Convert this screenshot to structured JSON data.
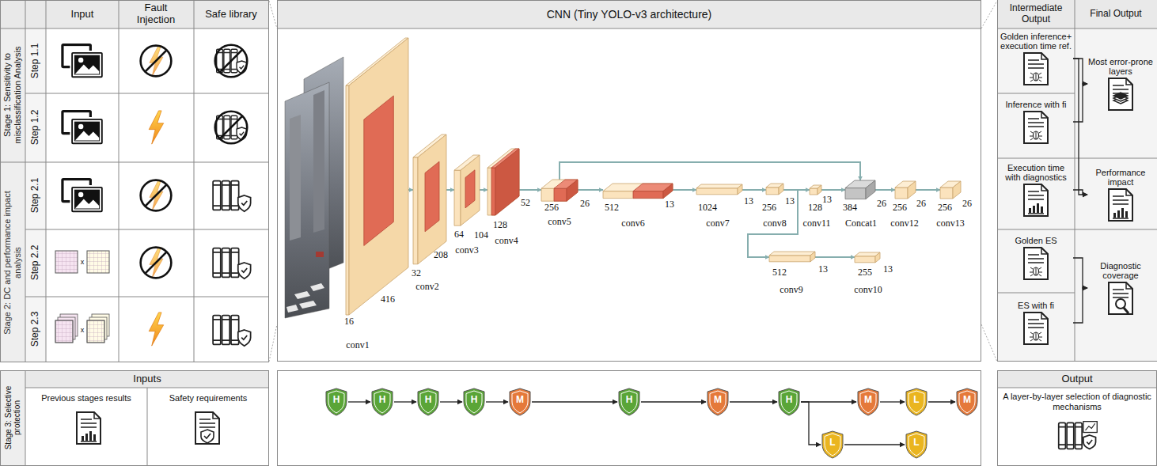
{
  "diagram": {
    "nodes": [
      {
        "text": [
          "16",
          "416",
          "conv1"
        ]
      },
      {
        "text": [
          "32",
          "208",
          "conv2"
        ]
      },
      {
        "text": [
          "64",
          "104",
          "conv3"
        ]
      },
      {
        "text": [
          "128",
          "52",
          "conv4"
        ]
      },
      {
        "text": [
          "256",
          "26",
          "conv5"
        ]
      },
      {
        "text": [
          "512",
          "13",
          "conv6"
        ]
      },
      {
        "text": [
          "1024",
          "13",
          "conv7"
        ]
      },
      {
        "text": [
          "256",
          "13",
          "conv8"
        ]
      },
      {
        "text": [
          "128",
          "13",
          "conv11"
        ]
      },
      {
        "text": [
          "384",
          "26",
          "Concat1"
        ]
      },
      {
        "text": [
          "256",
          "26",
          "conv12"
        ]
      },
      {
        "text": [
          "256",
          "26",
          "conv13"
        ]
      },
      {
        "text": [
          "512",
          "13",
          "conv9"
        ]
      },
      {
        "text": [
          "255",
          "13",
          "conv10"
        ]
      },
      {
        "text": [
          "Golden inference+ execution time ref."
        ]
      },
      {
        "text": [
          "Most error-prone layers"
        ]
      },
      {
        "text": [
          "Inference with fi"
        ]
      },
      {
        "text": [
          "Execution time with diagnostics"
        ]
      },
      {
        "text": [
          "Performance impact"
        ]
      },
      {
        "text": [
          "Golden ES"
        ]
      },
      {
        "text": [
          "Diagnostic coverage"
        ]
      },
      {
        "text": [
          "ES with fi"
        ]
      },
      {
        "text": [
          "H"
        ]
      },
      {
        "text": [
          "H"
        ]
      },
      {
        "text": [
          "H"
        ]
      },
      {
        "text": [
          "H"
        ]
      },
      {
        "text": [
          "M"
        ]
      },
      {
        "text": [
          "H"
        ]
      },
      {
        "text": [
          "M"
        ]
      },
      {
        "text": [
          "H"
        ]
      },
      {
        "text": [
          "M"
        ]
      },
      {
        "text": [
          "L"
        ]
      },
      {
        "text": [
          "M"
        ]
      },
      {
        "text": [
          "L"
        ]
      },
      {
        "text": [
          "L"
        ]
      }
    ],
    "edges": [
      {
        "from": 0,
        "to": 1,
        "arrow": "to"
      },
      {
        "from": 1,
        "to": 2,
        "arrow": "to"
      },
      {
        "from": 2,
        "to": 3,
        "arrow": "to"
      },
      {
        "from": 3,
        "to": 4,
        "arrow": "to"
      },
      {
        "from": 4,
        "to": 5,
        "arrow": "to"
      },
      {
        "from": 5,
        "to": 6,
        "arrow": "to"
      },
      {
        "from": 6,
        "to": 7,
        "arrow": "to"
      },
      {
        "from": 7,
        "to": 8,
        "arrow": "to"
      },
      {
        "from": 8,
        "to": 9,
        "arrow": "to"
      },
      {
        "from": 9,
        "to": 10,
        "arrow": "to"
      },
      {
        "from": 10,
        "to": 11,
        "arrow": "to"
      },
      {
        "from": 4,
        "to": 9,
        "arrow": "to"
      },
      {
        "from": 7,
        "to": 12,
        "arrow": "to"
      },
      {
        "from": 12,
        "to": 13,
        "arrow": "to"
      },
      {
        "from": 14,
        "to": 15,
        "arrow": "to"
      },
      {
        "from": 16,
        "to": 15,
        "arrow": "to"
      },
      {
        "from": 14,
        "to": 18,
        "arrow": "to"
      },
      {
        "from": 17,
        "to": 18,
        "arrow": "to"
      },
      {
        "from": 19,
        "to": 20,
        "arrow": "to"
      },
      {
        "from": 21,
        "to": 20,
        "arrow": "to"
      },
      {
        "from": 22,
        "to": 23,
        "arrow": "to"
      },
      {
        "from": 23,
        "to": 24,
        "arrow": "to"
      },
      {
        "from": 24,
        "to": 25,
        "arrow": "to"
      },
      {
        "from": 25,
        "to": 26,
        "arrow": "to"
      },
      {
        "from": 26,
        "to": 27,
        "arrow": "to"
      },
      {
        "from": 27,
        "to": 28,
        "arrow": "to"
      },
      {
        "from": 28,
        "to": 29,
        "arrow": "to"
      },
      {
        "from": 29,
        "to": 30,
        "arrow": "to"
      },
      {
        "from": 30,
        "to": 31,
        "arrow": "to"
      },
      {
        "from": 31,
        "to": 32,
        "arrow": "to"
      },
      {
        "from": 29,
        "to": 33,
        "arrow": "to"
      },
      {
        "from": 33,
        "to": 34,
        "arrow": "to"
      }
    ],
    "labels": [
      "Input",
      "Fault Injection",
      "Safe library",
      "Stage 1: Sensitivity to misclassification Analysis",
      "Step 1.1",
      "Step 1.2",
      "Stage 2: DC and performance impact analysis",
      "Step 2.1",
      "Step 2.2",
      "x",
      "Step 2.3",
      "x",
      "CNN (Tiny YOLO-v3 architecture)",
      "Intermediate Output",
      "Final Output",
      "Stage 3: Selective protection",
      "Inputs",
      "Previous stages results",
      "Safety requirements",
      "Output",
      "A layer-by-layer selection of diagnostic mechanisms"
    ]
  }
}
